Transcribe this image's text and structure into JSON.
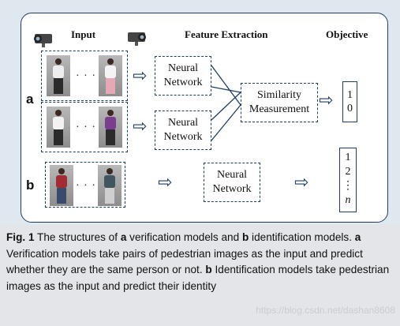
{
  "headers": {
    "input": "Input",
    "feature_extraction": "Feature Extraction",
    "objective": "Objective"
  },
  "rows": {
    "a_label": "a",
    "b_label": "b"
  },
  "ellipsis": "· · ·",
  "boxes": {
    "nn_a1": [
      "Neural",
      "Network"
    ],
    "nn_a2": [
      "Neural",
      "Network"
    ],
    "nn_b": [
      "Neural",
      "Network"
    ],
    "similarity": [
      "Similarity",
      "Measurement"
    ]
  },
  "outputs": {
    "verification": [
      "1",
      "0"
    ],
    "identification": [
      "1",
      "2",
      "⋮",
      "n"
    ]
  },
  "caption": {
    "fig_label": "Fig. 1",
    "t1": " The structures of ",
    "a1": "a",
    "t2": " verification models and ",
    "b1": "b",
    "t3": " identification models. ",
    "a2": "a",
    "t4": " Verification models take pairs of pedestrian images as the input and predict whether they are the same person or not. ",
    "b2": "b",
    "t5": " Identification models take pedestrian images as the input and predict their identity"
  },
  "watermark": "https://blog.csdn.net/dashan8608",
  "colors": {
    "frame": "#1e3e66",
    "panel": "#dfe7ef",
    "caption_bg": "#e4e5e9"
  },
  "icons": [
    "camera-icon",
    "camera-icon"
  ]
}
